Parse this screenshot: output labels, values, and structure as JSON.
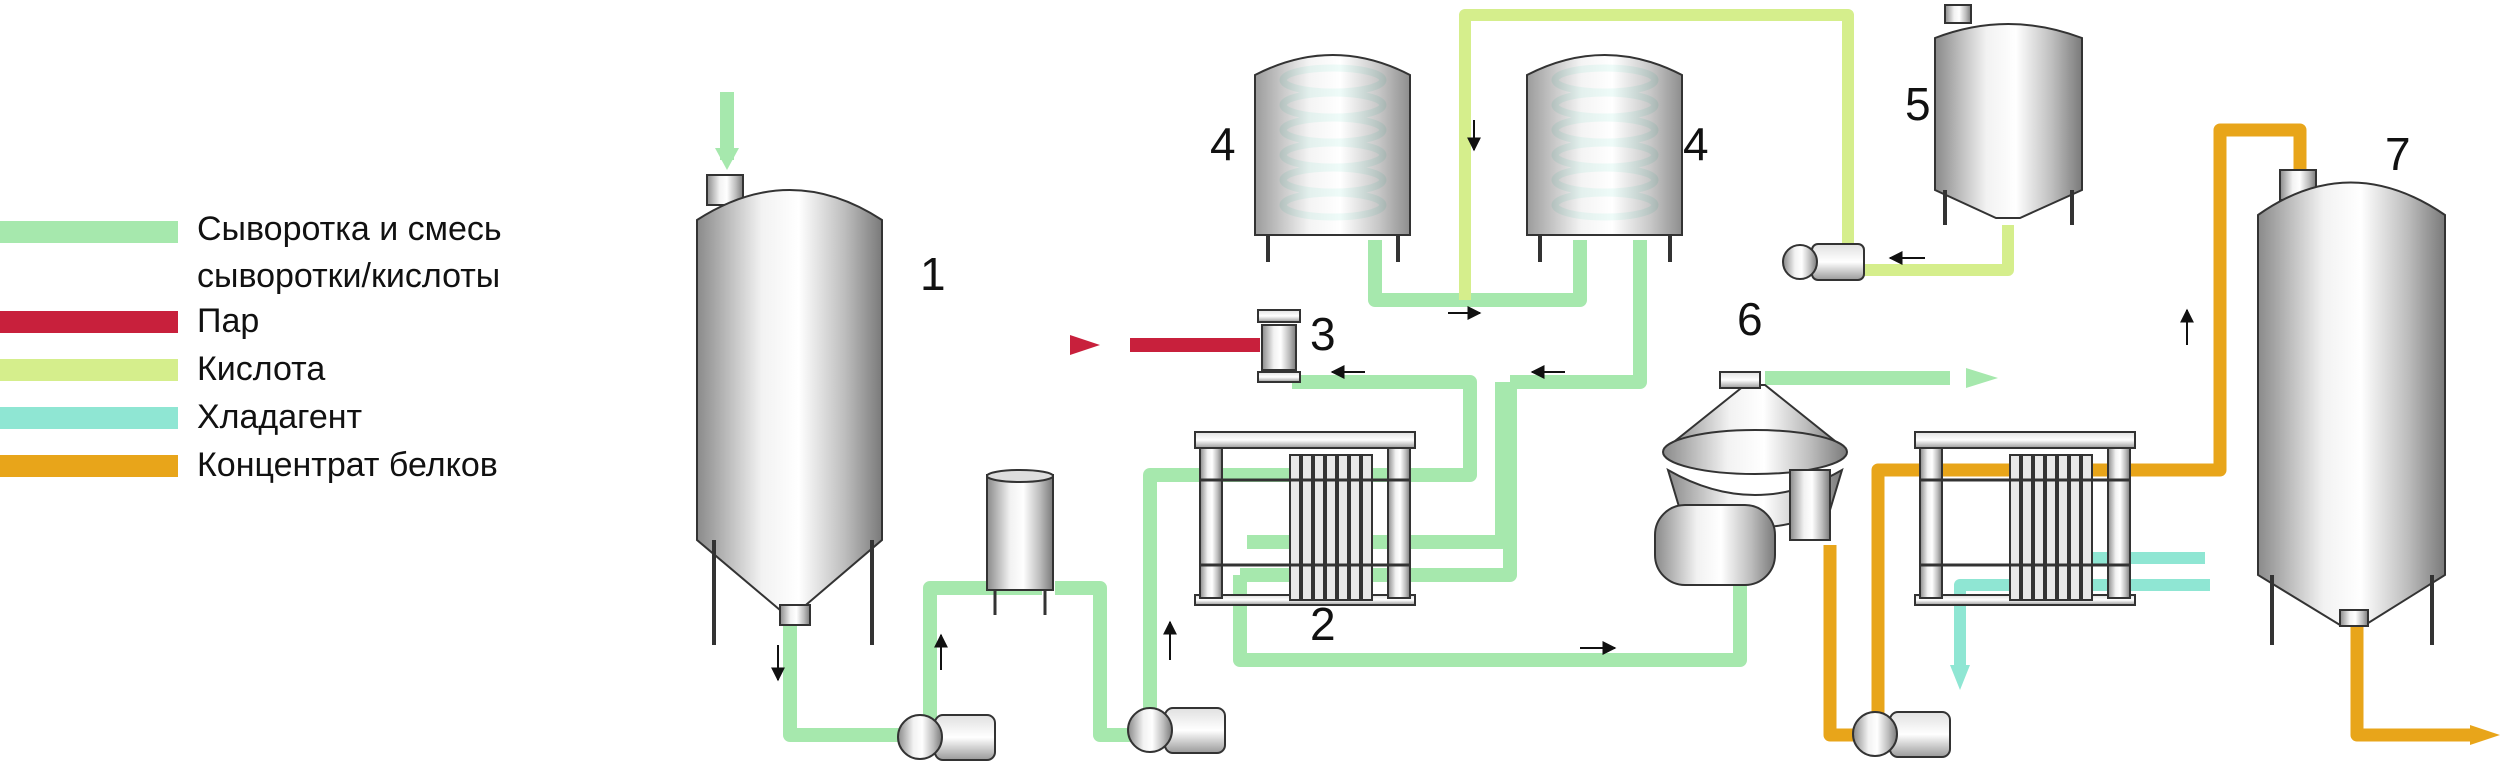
{
  "colors": {
    "whey": "#a6e8ad",
    "steam": "#c8203c",
    "acid": "#d5ee8c",
    "coolant": "#8fe6d3",
    "protein": "#e8a51a"
  },
  "legend": [
    {
      "key": "whey",
      "line1": "Сыворотка и смесь",
      "line2": "сыворотки/кислоты"
    },
    {
      "key": "steam",
      "line1": "Пар"
    },
    {
      "key": "acid",
      "line1": "Кислота"
    },
    {
      "key": "coolant",
      "line1": "Хладагент"
    },
    {
      "key": "protein",
      "line1": "Концентрат белков"
    }
  ],
  "labels": {
    "n1": "1",
    "n2": "2",
    "n3": "3",
    "n4a": "4",
    "n4b": "4",
    "n5": "5",
    "n6": "6",
    "n7": "7"
  }
}
